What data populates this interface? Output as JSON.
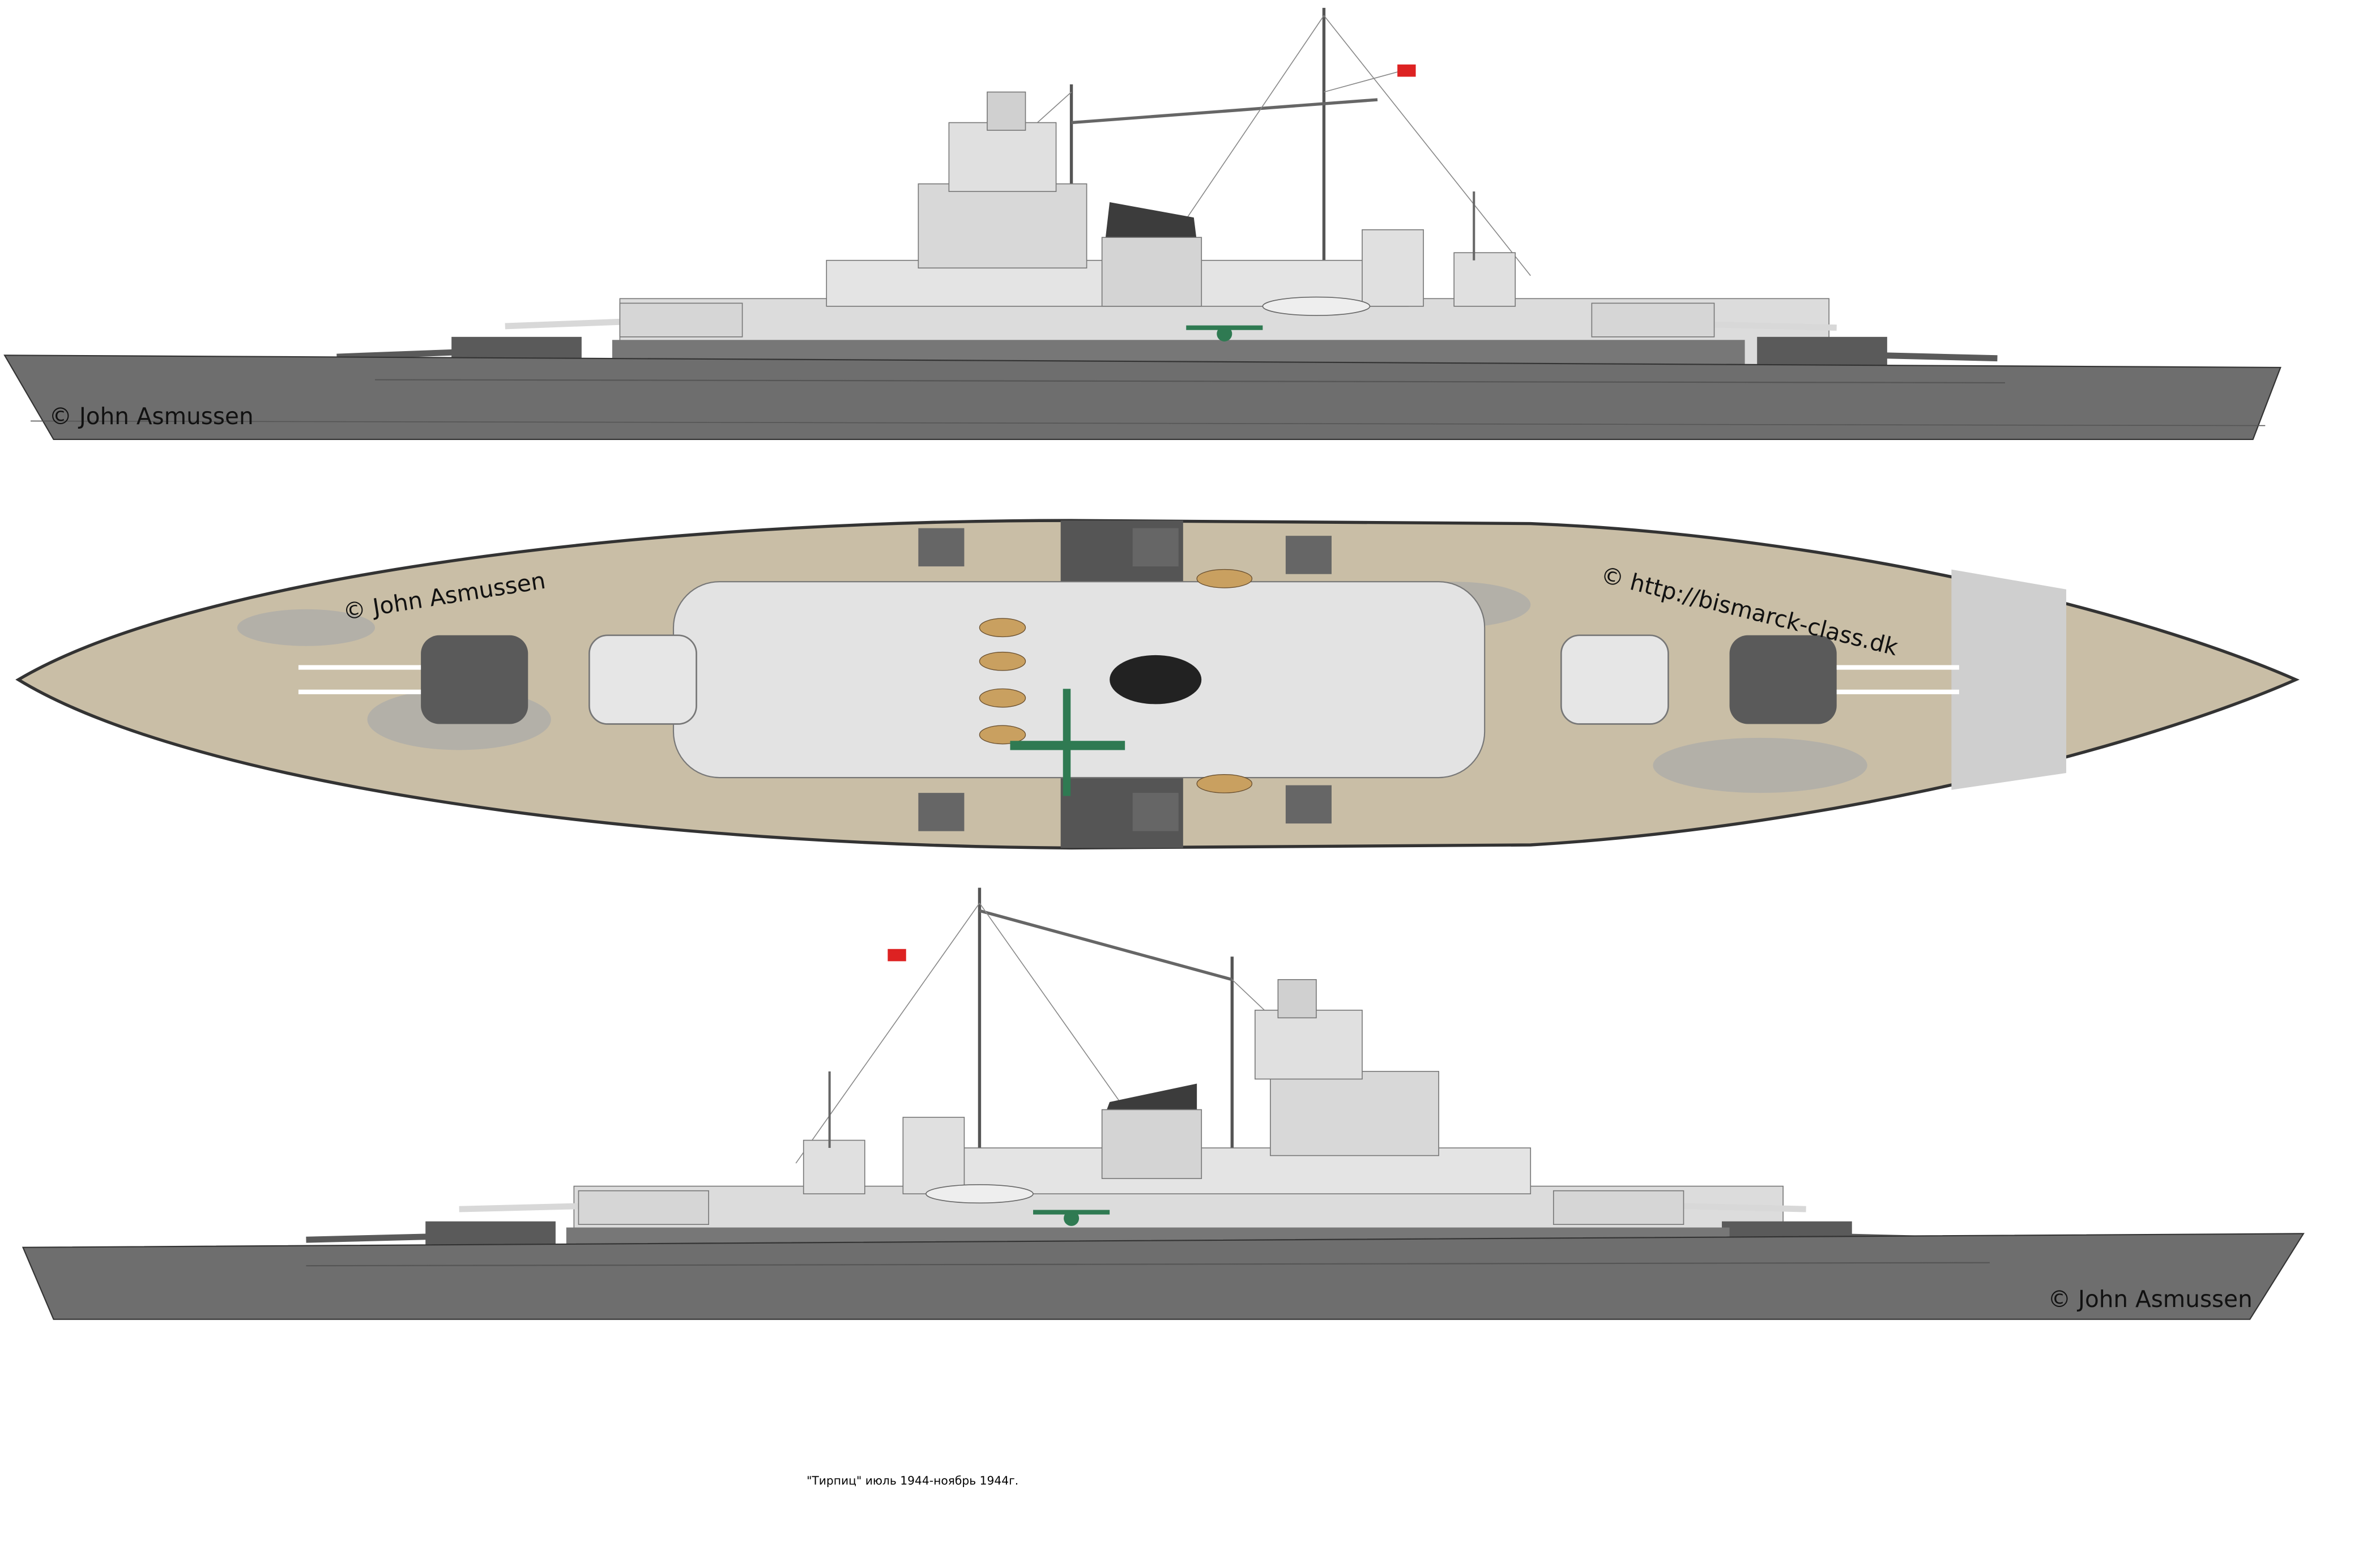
{
  "watermarks": {
    "top_profile": "© John Asmussen",
    "plan_view": "© John Asmussen",
    "plan_view_url": "© http://bismarck-class.dk",
    "bottom_profile": "© John Asmussen"
  },
  "caption": "\"Тирпиц\" июль 1944-ноябрь 1944г.",
  "colors": {
    "hull": "#6e6e6e",
    "hull_dark": "#4a4a4a",
    "superstructure": "#dcdcdc",
    "turret": "#5a5a5a",
    "deck": "#c9bea6",
    "camo": "#a9a9a9",
    "boat": "#c9a060",
    "aircraft": "#2f7a52"
  }
}
